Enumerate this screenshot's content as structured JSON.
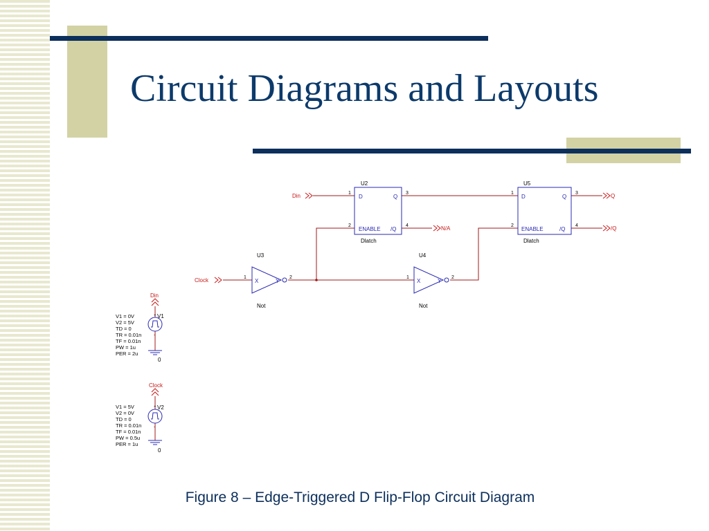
{
  "slide": {
    "title": "Circuit Diagrams and Layouts",
    "caption": "Figure 8 – Edge-Triggered D Flip-Flop Circuit Diagram"
  },
  "colors": {
    "title": "#0c3a6b",
    "rule": "#0c2f5c",
    "accent_tan": "#d2d2a4",
    "wire": "#a01818",
    "component": "#2828b4",
    "net_label": "#c81818",
    "text": "#000000"
  },
  "circuit": {
    "latch_u2": {
      "ref": "U2",
      "type": "Dlatch",
      "pin_d": "D",
      "pin_q": "Q",
      "pin_enable": "ENABLE",
      "pin_nq": "/Q",
      "n1": "1",
      "n2": "2",
      "n3": "3",
      "n4": "4"
    },
    "latch_u5": {
      "ref": "U5",
      "type": "Dlatch",
      "pin_d": "D",
      "pin_q": "Q",
      "pin_enable": "ENABLE",
      "pin_nq": "/Q",
      "n1": "1",
      "n2": "2",
      "n3": "3",
      "n4": "4"
    },
    "not_u3": {
      "ref": "U3",
      "type": "Not",
      "pin_in": "X",
      "pin_out": "Y",
      "n1": "1",
      "n2": "2"
    },
    "not_u4": {
      "ref": "U4",
      "type": "Not",
      "pin_in": "X",
      "pin_out": "Y",
      "n1": "1",
      "n2": "2"
    },
    "ports": {
      "din": "Din",
      "clock": "Clock",
      "q": "Q",
      "nq": "/Q",
      "na": "N/A"
    },
    "source_v1": {
      "net": "Din",
      "ref": "V1",
      "ground": "0",
      "params": [
        "V1 = 0V",
        "V2 = 5V",
        "TD = 0",
        "TR = 0.01n",
        "TF = 0.01n",
        "PW = 1u",
        "PER = 2u"
      ]
    },
    "source_v2": {
      "net": "Clock",
      "ref": "V2",
      "ground": "0",
      "params": [
        "V1 = 5V",
        "V2 = 0V",
        "TD = 0",
        "TR = 0.01n",
        "TF = 0.01n",
        "PW = 0.5u",
        "PER = 1u"
      ]
    }
  }
}
